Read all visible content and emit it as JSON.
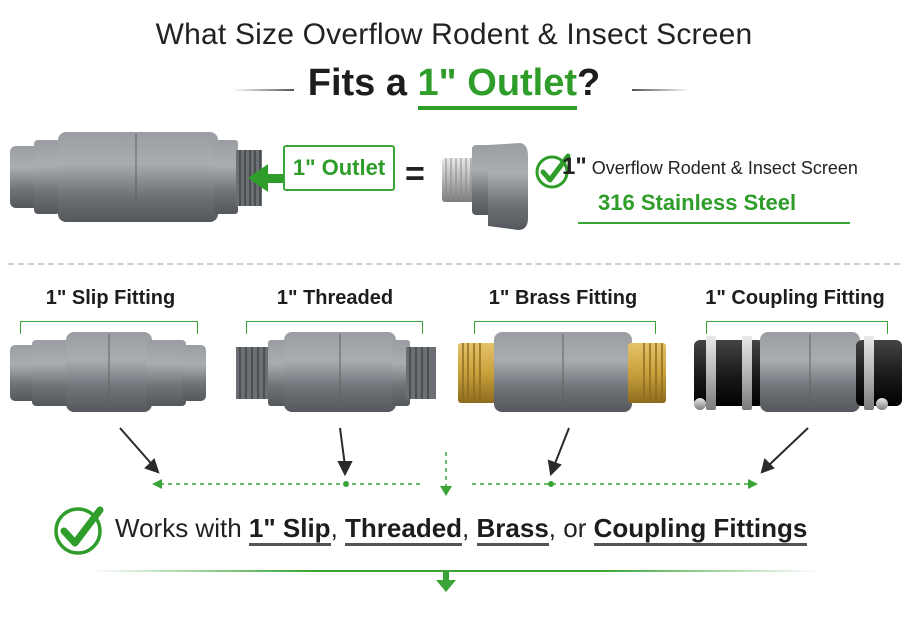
{
  "header": {
    "title_line1": "What Size Overflow Rodent & Insect Screen",
    "title_line2_prefix": "Fits a ",
    "title_line2_highlight": "1\" Outlet",
    "title_line2_suffix": "?"
  },
  "comparison": {
    "outlet_label": "1\" Outlet",
    "equals": "=",
    "screen_size": "1\"",
    "screen_name": "Overflow Rodent & Insect Screen",
    "screen_material": "316 Stainless Steel"
  },
  "fittings": [
    {
      "label": "1\" Slip Fitting"
    },
    {
      "label": "1\" Threaded"
    },
    {
      "label": "1\" Brass Fitting"
    },
    {
      "label": "1\" Coupling Fitting"
    }
  ],
  "footer": {
    "prefix": "Works with ",
    "slip": "1\" Slip",
    "sep1": ", ",
    "threaded": "Threaded",
    "sep2": ", ",
    "brass": "Brass",
    "sep3": ", or ",
    "coupling": "Coupling Fittings"
  },
  "colors": {
    "accent_green": "#2f9d2a",
    "pvc_gray": "#7d8186",
    "brass": "#c9a13c",
    "rubber_black": "#1c1c1c"
  }
}
